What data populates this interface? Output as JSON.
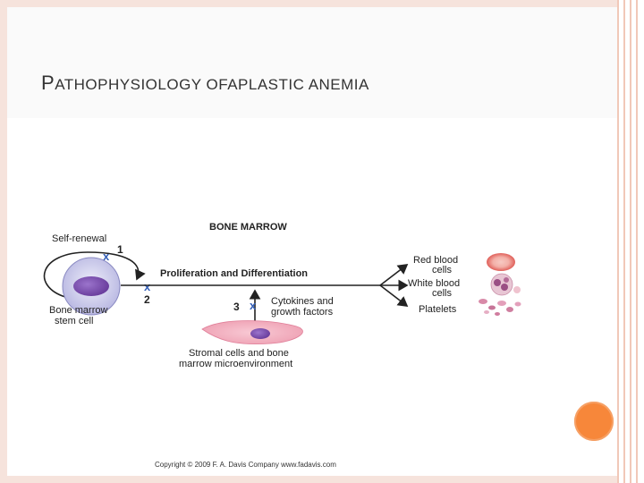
{
  "slide": {
    "title_first_letter": "P",
    "title_rest": "ATHOPHYSIOLOGY OFAPLASTIC ANEMIA"
  },
  "diagram": {
    "header": "BONE MARROW",
    "self_renewal": "Self-renewal",
    "marker_1": "1",
    "marker_2": "2",
    "marker_3": "3",
    "block_mark": "x",
    "proliferation": "Proliferation and Differentiation",
    "stem_cell_line1": "Bone marrow",
    "stem_cell_line2": "stem cell",
    "cytokines_line1": "Cytokines and",
    "cytokines_line2": "growth factors",
    "stromal_line1": "Stromal cells and bone",
    "stromal_line2": "marrow microenvironment",
    "rbc_line1": "Red blood",
    "rbc_line2": "cells",
    "wbc_line1": "White blood",
    "wbc_line2": "cells",
    "platelets": "Platelets",
    "copyright": "Copyright © 2009   F. A. Davis Company   www.fadavis.com"
  },
  "colors": {
    "accent_orange": "#f7873a",
    "frame": "#f6e3dc",
    "block_x": "#3560b8",
    "stem_cell_nucleus": "#7f55b3",
    "stromal_cell": "#f3b6c4",
    "rbc": "#ee8a8a"
  }
}
